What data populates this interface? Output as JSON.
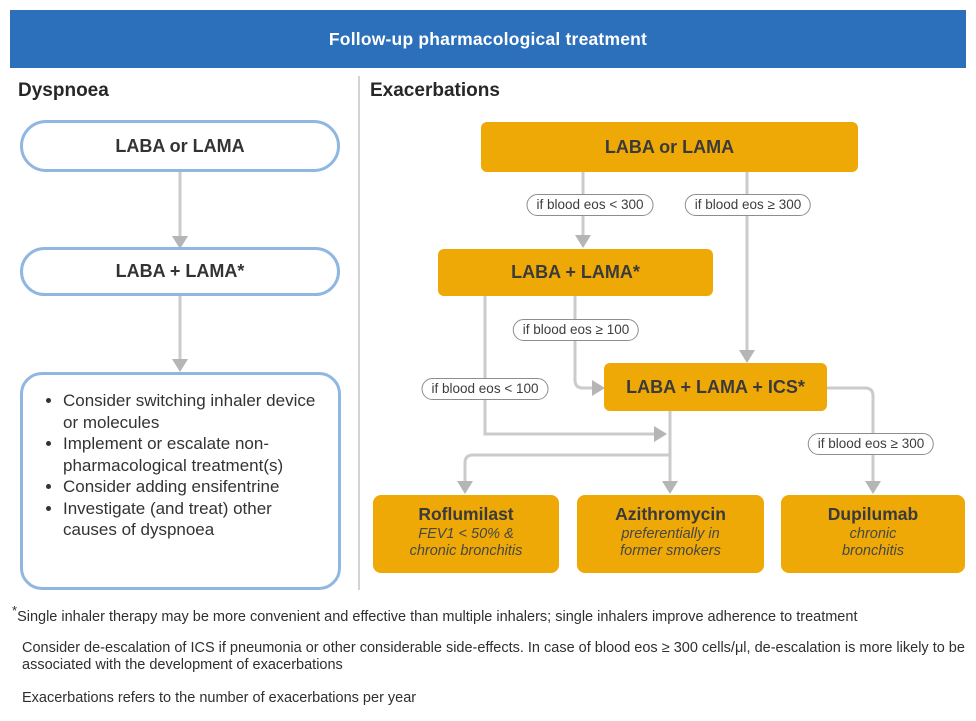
{
  "title": "Follow-up pharmacological treatment",
  "sections": {
    "dyspnoea": "Dyspnoea",
    "exacerbations": "Exacerbations"
  },
  "dyspnoea": {
    "box1": "LABA or LAMA",
    "box2": "LABA + LAMA*",
    "bullets": [
      "Consider switching inhaler device or molecules",
      "Implement or escalate non-pharmacological treatment(s)",
      "Consider adding ensifentrine",
      "Investigate (and treat) other causes of dyspnoea"
    ]
  },
  "exacerbations": {
    "box1": "LABA or LAMA",
    "box2": "LABA + LAMA*",
    "box3": "LABA + LAMA + ICS*",
    "conditions": {
      "eos_lt300": "if blood eos < 300",
      "eos_ge300": "if blood eos ≥ 300",
      "eos_ge100": "if blood eos ≥ 100",
      "eos_lt100": "if blood eos < 100",
      "eos_ge300_b": "if blood eos ≥ 300"
    },
    "outcomes": [
      {
        "title": "Roflumilast",
        "sub": [
          "FEV1 < 50% &",
          "chronic bronchitis"
        ]
      },
      {
        "title": "Azithromycin",
        "sub": [
          "preferentially in",
          "former smokers"
        ]
      },
      {
        "title": "Dupilumab",
        "sub": [
          "chronic",
          "bronchitis"
        ]
      }
    ]
  },
  "footnotes": [
    {
      "marker": "*",
      "text": "Single inhaler therapy may be more convenient and effective than multiple inhalers; single inhalers improve adherence to treatment"
    },
    {
      "marker": "",
      "text": "Consider de-escalation of ICS if pneumonia or other considerable side-effects. In case of blood eos ≥ 300 cells/μl, de-escalation is more likely to be associated with the development of exacerbations"
    },
    {
      "marker": "",
      "text": "Exacerbations refers to the number of exacerbations per year"
    }
  ],
  "colors": {
    "header_blue": "#2c6fba",
    "box_orange": "#efa906",
    "pill_border_blue": "#8fb7e2",
    "connector_gray": "#cbcbcb",
    "text_dark": "#333333"
  }
}
